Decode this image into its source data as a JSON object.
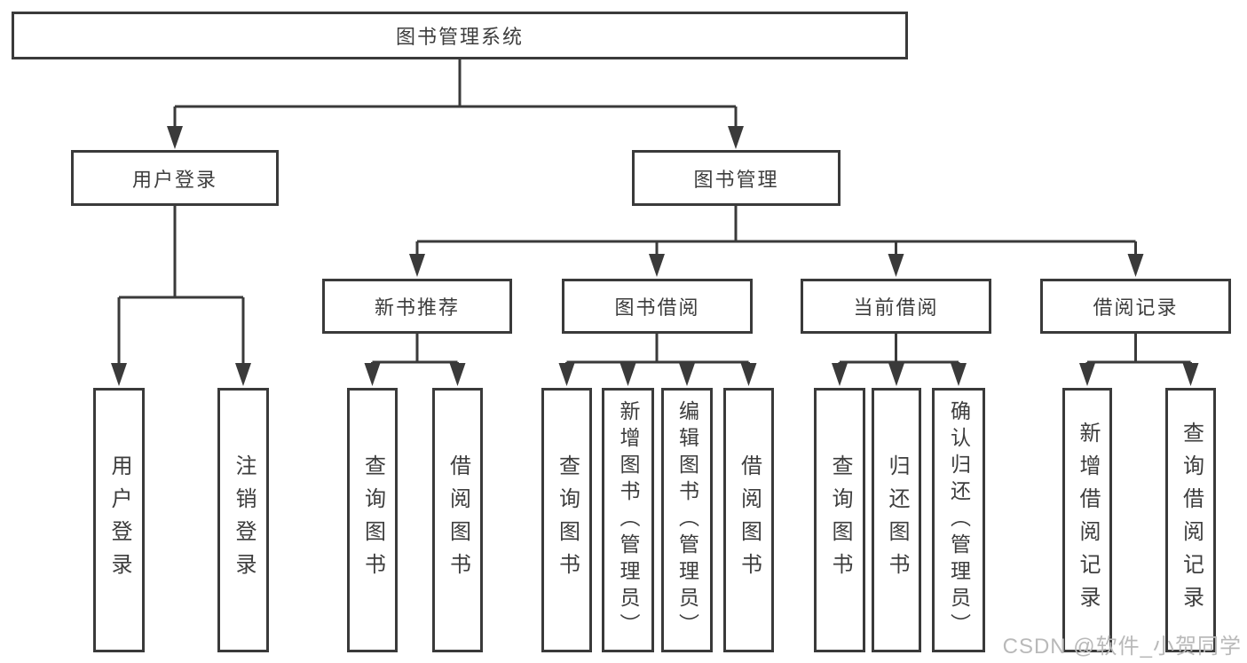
{
  "diagram": {
    "title": "图书管理系统",
    "type": "function-structure-tree",
    "colors": {
      "line": "#3a3a3a",
      "box_border": "#3a3a3a",
      "text": "#3d3d3d",
      "background": "#ffffff",
      "watermark": "#b9b9b9"
    },
    "watermark": "CSDN @软件_小贺同学"
  },
  "nodes": {
    "root": "图书管理系统",
    "user_login": "用户登录",
    "book_management": "图书管理",
    "login": "用户登录",
    "logout": "注销登录",
    "new_book_recommend": "新书推荐",
    "book_borrow": "图书借阅",
    "current_borrow": "当前借阅",
    "borrow_records": "借阅记录",
    "nbr_query_book": "查询图书",
    "nbr_borrow_book": "借阅图书",
    "bb_query_book": "查询图书",
    "bb_add_book": "新增图书（管理员）",
    "bb_edit_book": "编辑图书（管理员）",
    "bb_borrow_book": "借阅图书",
    "cb_query_book": "查询图书",
    "cb_return_book": "归还图书",
    "cb_confirm_return": "确认归还（管理员）",
    "br_add_record": "新增借阅记录",
    "br_query_record": "查询借阅记录"
  },
  "structure": {
    "root": [
      "user_login",
      "book_management"
    ],
    "user_login": [
      "login",
      "logout"
    ],
    "book_management": [
      "new_book_recommend",
      "book_borrow",
      "current_borrow",
      "borrow_records"
    ],
    "new_book_recommend": [
      "nbr_query_book",
      "nbr_borrow_book"
    ],
    "book_borrow": [
      "bb_query_book",
      "bb_add_book",
      "bb_edit_book",
      "bb_borrow_book"
    ],
    "current_borrow": [
      "cb_query_book",
      "cb_return_book",
      "cb_confirm_return"
    ],
    "borrow_records": [
      "br_add_record",
      "br_query_record"
    ]
  }
}
